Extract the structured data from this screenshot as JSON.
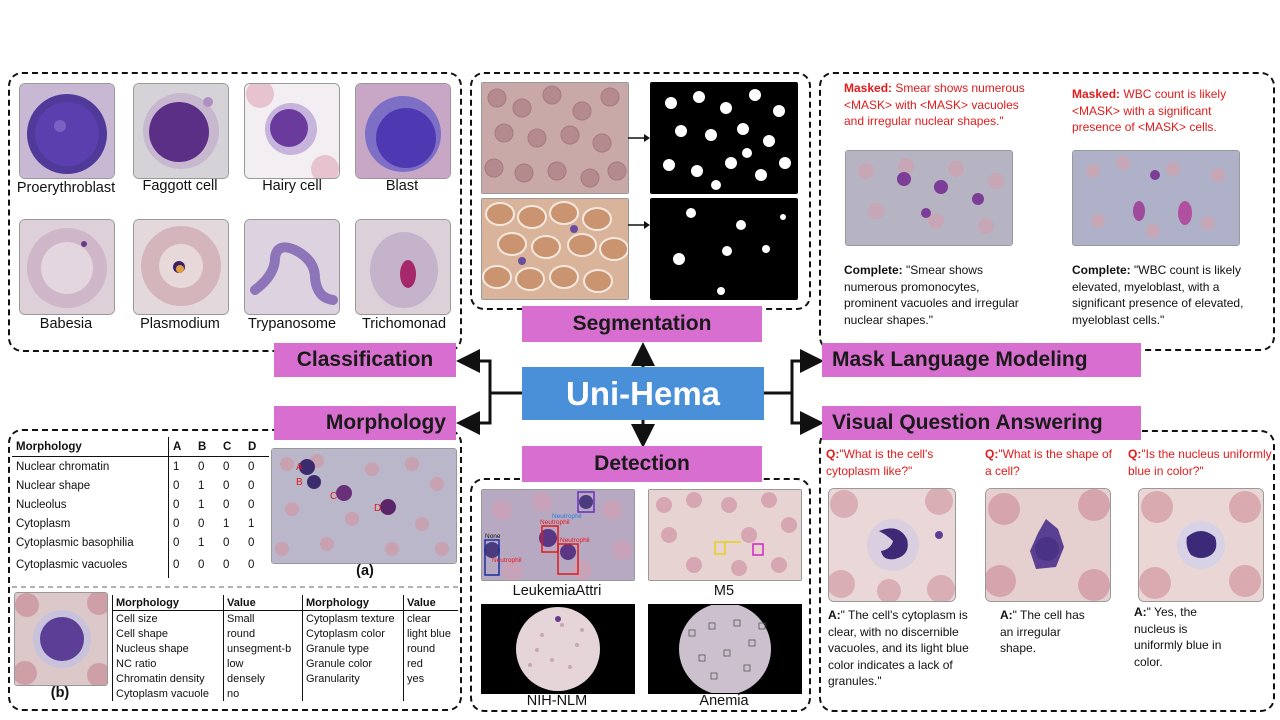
{
  "center": {
    "title": "Uni-Hema"
  },
  "tasks": {
    "classification": "Classification",
    "morphology": "Morphology",
    "segmentation": "Segmentation",
    "detection": "Detection",
    "mlm": "Mask Language Modeling",
    "vqa": "Visual Question Answering"
  },
  "classification": {
    "labels": [
      "Proerythroblast",
      "Faggott cell",
      "Hairy cell",
      "Blast",
      "Babesia",
      "Plasmodium",
      "Trypanosome",
      "Trichomonad"
    ]
  },
  "morphology": {
    "table_a": {
      "headers": [
        "Morphology",
        "A",
        "B",
        "C",
        "D"
      ],
      "rows": [
        [
          "Nuclear chromatin",
          "1",
          "0",
          "0",
          "0"
        ],
        [
          "Nuclear shape",
          "0",
          "1",
          "0",
          "0"
        ],
        [
          "Nucleolus",
          "0",
          "1",
          "0",
          "0"
        ],
        [
          "Cytoplasm",
          "0",
          "0",
          "1",
          "1"
        ],
        [
          "Cytoplasmic basophilia",
          "0",
          "1",
          "0",
          "0"
        ],
        [
          "Cytoplasmic vacuoles",
          "0",
          "0",
          "0",
          "0"
        ]
      ]
    },
    "markers": [
      "A",
      "B",
      "C",
      "D"
    ],
    "caption_a": "(a)",
    "caption_b": "(b)",
    "table_b": {
      "headers": [
        "Morphology",
        "Value",
        "Morphology",
        "Value"
      ],
      "rows": [
        [
          "Cell size",
          "Small",
          "Cytoplasm texture",
          "clear"
        ],
        [
          "Cell shape",
          "round",
          "Cytoplasm color",
          "light blue"
        ],
        [
          "Nucleus shape",
          "unsegment-b",
          "Granule type",
          "round"
        ],
        [
          "NC ratio",
          "low",
          "Granule color",
          "red"
        ],
        [
          "Chromatin density",
          "densely",
          "Granularity",
          "yes"
        ],
        [
          "Cytoplasm vacuole",
          "no",
          "",
          ""
        ]
      ]
    }
  },
  "detection": {
    "labels": [
      "LeukemiaAttri",
      "M5",
      "NIH-NLM",
      "Anemia"
    ],
    "box_tags": [
      "None",
      "Neutrophil",
      "Neutrophil",
      "Neutrophil",
      "Neutrophil"
    ]
  },
  "mlm": {
    "items": [
      {
        "masked_label": "Masked:",
        "masked_text": "Smear shows numerous <MASK> with <MASK> vacuoles and irregular nuclear shapes.\"",
        "complete_label": "Complete:",
        "complete_text": "\"Smear shows numerous promonocytes,  prominent vacuoles and irregular nuclear shapes.\""
      },
      {
        "masked_label": "Masked:",
        "masked_text": "WBC count is likely <MASK> with a significant presence of <MASK> cells.",
        "complete_label": "Complete:",
        "complete_text": "\"WBC count is likely elevated, myeloblast, with a significant presence of elevated, myeloblast cells.\""
      }
    ]
  },
  "vqa": {
    "items": [
      {
        "q_label": "Q:",
        "q": "\"What is the cell's cytoplasm like?\"",
        "a_label": "A:",
        "a": "\" The cell's cytoplasm is clear, with no discernible vacuoles, and its light blue color indicates a lack of granules.\""
      },
      {
        "q_label": "Q:",
        "q": "\"What is the shape of a cell?",
        "a_label": "A:",
        "a": "\" The cell has an irregular shape."
      },
      {
        "q_label": "Q:",
        "q": "\"Is the nucleus uniformly blue in color?\"",
        "a_label": "A:",
        "a": "\" Yes, the nucleus is uniformly blue in color."
      }
    ]
  },
  "colors": {
    "pill": "#d86fd0",
    "center": "#4a90d9",
    "highlight": "#e21b1b"
  }
}
